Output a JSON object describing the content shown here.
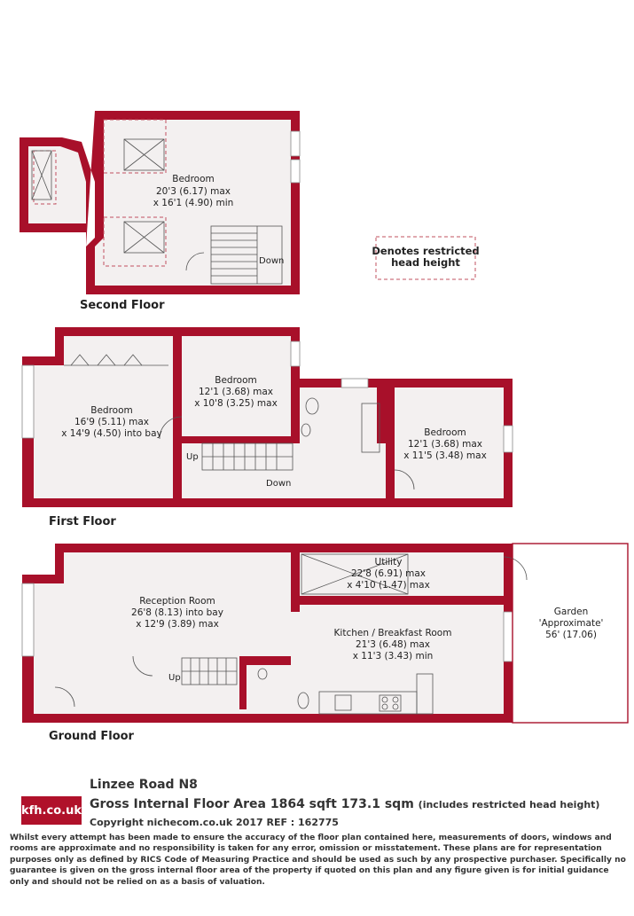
{
  "floors": {
    "second": {
      "label": "Second Floor",
      "bedroom": {
        "name": "Bedroom",
        "dim1": "20'3 (6.17) max",
        "dim2": "x 16'1 (4.90) min"
      },
      "stairs_label": "Down"
    },
    "first": {
      "label": "First Floor",
      "bedroom_front": {
        "name": "Bedroom",
        "dim1": "16'9 (5.11) max",
        "dim2": "x 14'9 (4.50) into bay"
      },
      "bedroom_middle": {
        "name": "Bedroom",
        "dim1": "12'1 (3.68) max",
        "dim2": "x 10'8 (3.25) max"
      },
      "bedroom_rear": {
        "name": "Bedroom",
        "dim1": "12'1 (3.68) max",
        "dim2": "x 11'5 (3.48) max"
      },
      "stairs_up": "Up",
      "stairs_down": "Down"
    },
    "ground": {
      "label": "Ground Floor",
      "reception": {
        "name": "Reception Room",
        "dim1": "26'8 (8.13) into bay",
        "dim2": "x 12'9 (3.89)  max"
      },
      "utility": {
        "name": "Utility",
        "dim1": "22'8 (6.91) max",
        "dim2": "x 4'10 (1.47) max"
      },
      "kitchen": {
        "name": "Kitchen / Breakfast Room",
        "dim1": "21'3 (6.48) max",
        "dim2": "x 11'3 (3.43) min"
      },
      "garden": {
        "name": "Garden",
        "dim1": "'Approximate'",
        "dim2": "56' (17.06)"
      },
      "stairs_up": "Up"
    }
  },
  "legend": {
    "line1": "Denotes restricted",
    "line2": "head height"
  },
  "footer": {
    "address": "Linzee Road  N8",
    "area_main": "Gross Internal Floor Area 1864 sqft 173.1 sqm",
    "area_note": "(includes restricted head height)",
    "copyright": "Copyright nichecom.co.uk 2017 REF : 162775",
    "logo_text": "kfh.co.uk",
    "disclaimer": "Whilst every attempt has been made to ensure the accuracy of the floor plan contained here, measurements of doors, windows and rooms are approximate and no responsibility is taken for any error, omission or misstatement.  These plans are for representation purposes only as defined by RICS Code of Measuring Practice and should be used as such by any prospective purchaser.  Specifically no guarantee is given on the gross internal floor area of the property if quoted on this plan and any figure given is for initial guidance only and should not be relied on as a basis of valuation."
  },
  "colors": {
    "wall": "#a8102a",
    "floor": "#f3f0f0",
    "dash": "#c0505f"
  }
}
